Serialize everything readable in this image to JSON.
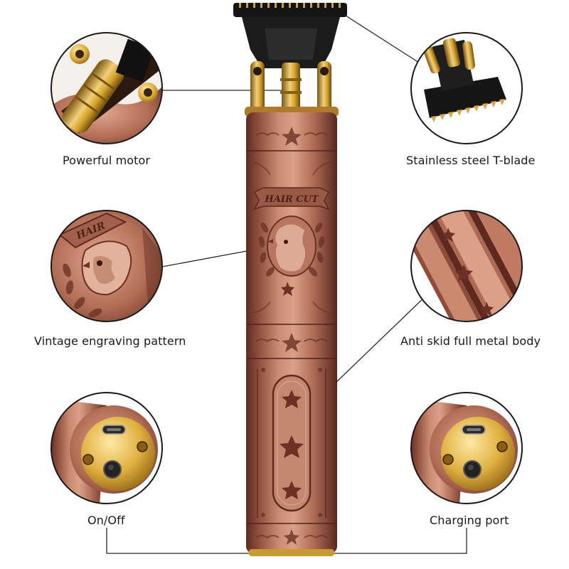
{
  "product": {
    "name": "vintage hair trimmer",
    "emblem_text": "HAIR CUT",
    "colors": {
      "copper_light": "#d79c82",
      "copper_mid": "#a9634c",
      "copper_dark": "#5e2c22",
      "gold": "#d4a42a",
      "blade_black": "#121212"
    }
  },
  "callouts": [
    {
      "id": "motor",
      "label": "Powerful motor"
    },
    {
      "id": "blade",
      "label": "Stainless steel T-blade"
    },
    {
      "id": "engrave",
      "label": "Vintage engraving pattern"
    },
    {
      "id": "body",
      "label": "Anti skid full metal body"
    },
    {
      "id": "onoff",
      "label": "On/Off"
    },
    {
      "id": "charge",
      "label": "Charging port"
    }
  ]
}
